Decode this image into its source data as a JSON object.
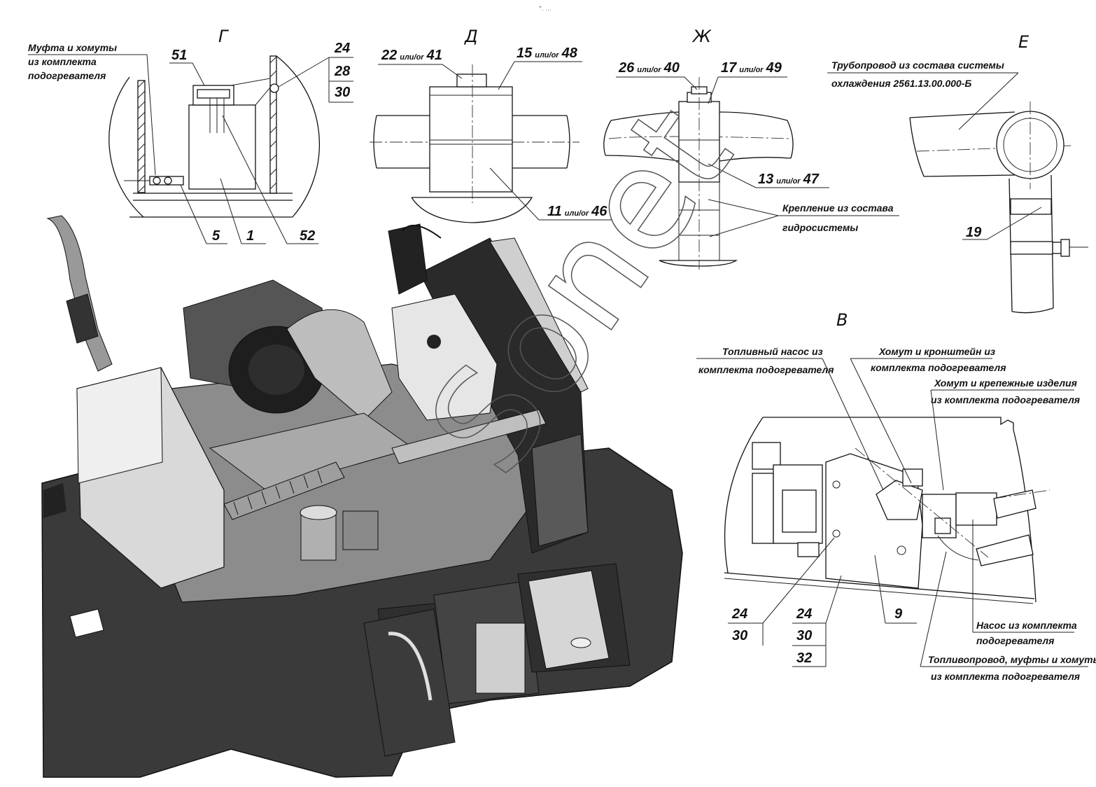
{
  "top_mark": "*. ...",
  "views": {
    "G": "Г",
    "D": "Д",
    "Zh": "Ж",
    "E": "Е",
    "V": "В"
  },
  "view_G": {
    "note_line1": "Муфта и хомуты",
    "note_line2": "из комплекта",
    "note_line3": "подогревателя",
    "n51": "51",
    "n24": "24",
    "n28": "28",
    "n30": "30",
    "n5": "5",
    "n1": "1",
    "n52": "52"
  },
  "view_D": {
    "n22": "22",
    "or41_word": "или/or",
    "n41": "41",
    "n15": "15",
    "or48_word": "или/or",
    "n48": "48",
    "n11": "11",
    "or46_word": "или/or",
    "n46": "46"
  },
  "view_Zh": {
    "n26": "26",
    "or40_word": "или/or",
    "n40": "40",
    "n17": "17",
    "or49_word": "или/or",
    "n49": "49",
    "n13": "13",
    "or47_word": "или/or",
    "n47": "47",
    "mount_line1": "Крепление из состава",
    "mount_line2": "гидросистемы"
  },
  "view_E": {
    "pipe_line1": "Трубопровод из состава системы",
    "pipe_line2": "охлаждения 2561.13.00.000-Б",
    "n19": "19"
  },
  "view_V": {
    "fuel_pump_line1": "Топливный насос из",
    "fuel_pump_line2": "комплекта подогревателя",
    "clamp_bracket_line1": "Хомут и кронштейн из",
    "clamp_bracket_line2": "комплекта подогревателя",
    "clamp_fasteners_line1": "Хомут и крепежные изделия",
    "clamp_fasteners_line2": "из комплекта подогревателя",
    "pump_line1": "Насос из комплекта",
    "pump_line2": "подогревателя",
    "fuel_line1": "Топливопровод, муфты и хомуты",
    "fuel_line2": "из комплекта подогревателя",
    "nA24": "24",
    "nA30": "30",
    "nB24": "24",
    "nB30": "30",
    "nB32": "32",
    "n9": "9"
  },
  "watermark_text": "Sonet",
  "colors": {
    "ink": "#111111",
    "dark_frame": "#3a3a3a",
    "mid_gray": "#8c8c8c",
    "light_gray": "#d9d9d9"
  }
}
